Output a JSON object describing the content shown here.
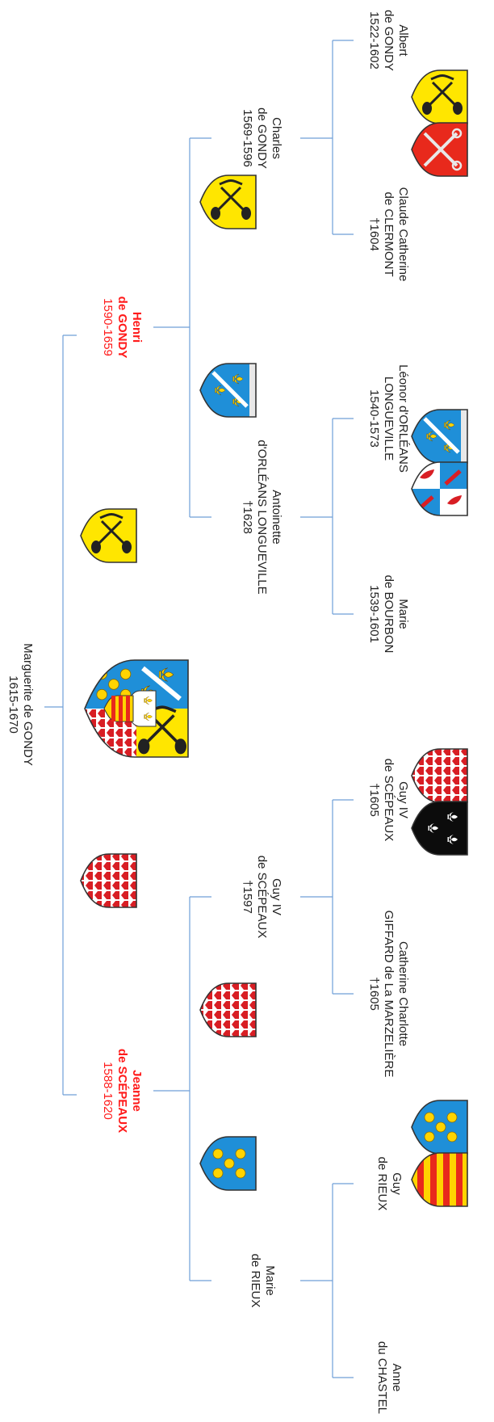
{
  "people": {
    "albert": {
      "line1": "Albert",
      "line2": "de GONDY",
      "line3": "1522-1602"
    },
    "claude": {
      "line1": "Claude Catherine",
      "line2": "de CLERMONT",
      "line3": "†1604"
    },
    "leonor": {
      "line1": "Léonor d'ORLÉANS",
      "line2": "LONGUEVILLE",
      "line3": "1540-1573"
    },
    "marie_bourbon": {
      "line1": "Marie",
      "line2": "de BOURBON",
      "line3": "1539-1601"
    },
    "guy_iv_senior": {
      "line1": "Guy IV",
      "line2": "de SCÉPEAUX",
      "line3": "†1605"
    },
    "catherine": {
      "line1": "Catherine Charlotte",
      "line2": "GIFFARD de La MARZELIÈRE",
      "line3": "†1605"
    },
    "guy_rieux": {
      "line1": "Guy",
      "line2": "de RIEUX"
    },
    "anne": {
      "line1": "Anne",
      "line2": "du CHASTEL"
    },
    "charles": {
      "line1": "Charles",
      "line2": "de GONDY",
      "line3": "1569-1596"
    },
    "antoinette": {
      "line1": "Antoinette",
      "line2": "d'ORLÉANS LONGUEVILLE",
      "line3": "†1628"
    },
    "guy_iv": {
      "line1": "Guy IV",
      "line2": "de SCÉPEAUX",
      "line3": "†1597"
    },
    "marie_rieux": {
      "line1": "Marie",
      "line2": "de RIEUX"
    },
    "henri": {
      "line1": "Henri",
      "line2": "de GONDY",
      "line3": "1590-1659"
    },
    "jeanne": {
      "line1": "Jeanne",
      "line2": "de SCÉPEAUX",
      "line3": "1588-1620"
    },
    "marguerite": {
      "line1": "Marguerite de GONDY",
      "line2": "1615-1670"
    }
  },
  "colors": {
    "connector": "#6f9fd8",
    "highlight": "#ff1a1a",
    "gondy_or": "#ffe600",
    "clermont_gules": "#e8291c",
    "orleans_azure": "#1f8fd8",
    "scepeaux_gules": "#d81e24",
    "giffard_sable": "#0c0c0c",
    "rieux_azure": "#1f8fd8",
    "chastel_or": "#ffd400"
  }
}
